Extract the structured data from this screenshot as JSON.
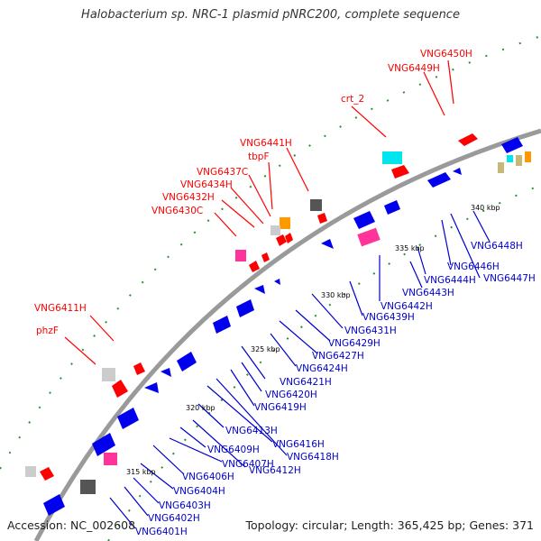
{
  "title": "Halobacterium sp. NRC-1 plasmid pNRC200, complete sequence",
  "footer": {
    "accession": "Accession: NC_002608",
    "summary": "Topology: circular; Length: 365,425 bp; Genes: 371"
  },
  "ticks": [
    "315 kbp",
    "320 kbp",
    "325 kbp",
    "330 kbp",
    "335 kbp",
    "340 kbp"
  ],
  "labels_top": [
    "VNG6450H",
    "VNG6449H",
    "crt_2",
    "VNG6441H",
    "tbpF",
    "VNG6437C",
    "VNG6434H",
    "VNG6432H",
    "VNG6430C",
    "VNG6411H",
    "phzF"
  ],
  "labels_bottom": [
    "VNG6448H",
    "VNG6447H",
    "VNG6446H",
    "VNG6444H",
    "VNG6443H",
    "VNG6442H",
    "VNG6439H",
    "VNG6431H",
    "VNG6429H",
    "VNG6427H",
    "VNG6424H",
    "VNG6421H",
    "VNG6420H",
    "VNG6419H",
    "VNG6418H",
    "VNG6416H",
    "VNG6413H",
    "VNG6412H",
    "VNG6409H",
    "VNG6407H",
    "VNG6406H",
    "VNG6404H",
    "VNG6403H",
    "VNG6402H",
    "VNG6401H"
  ]
}
